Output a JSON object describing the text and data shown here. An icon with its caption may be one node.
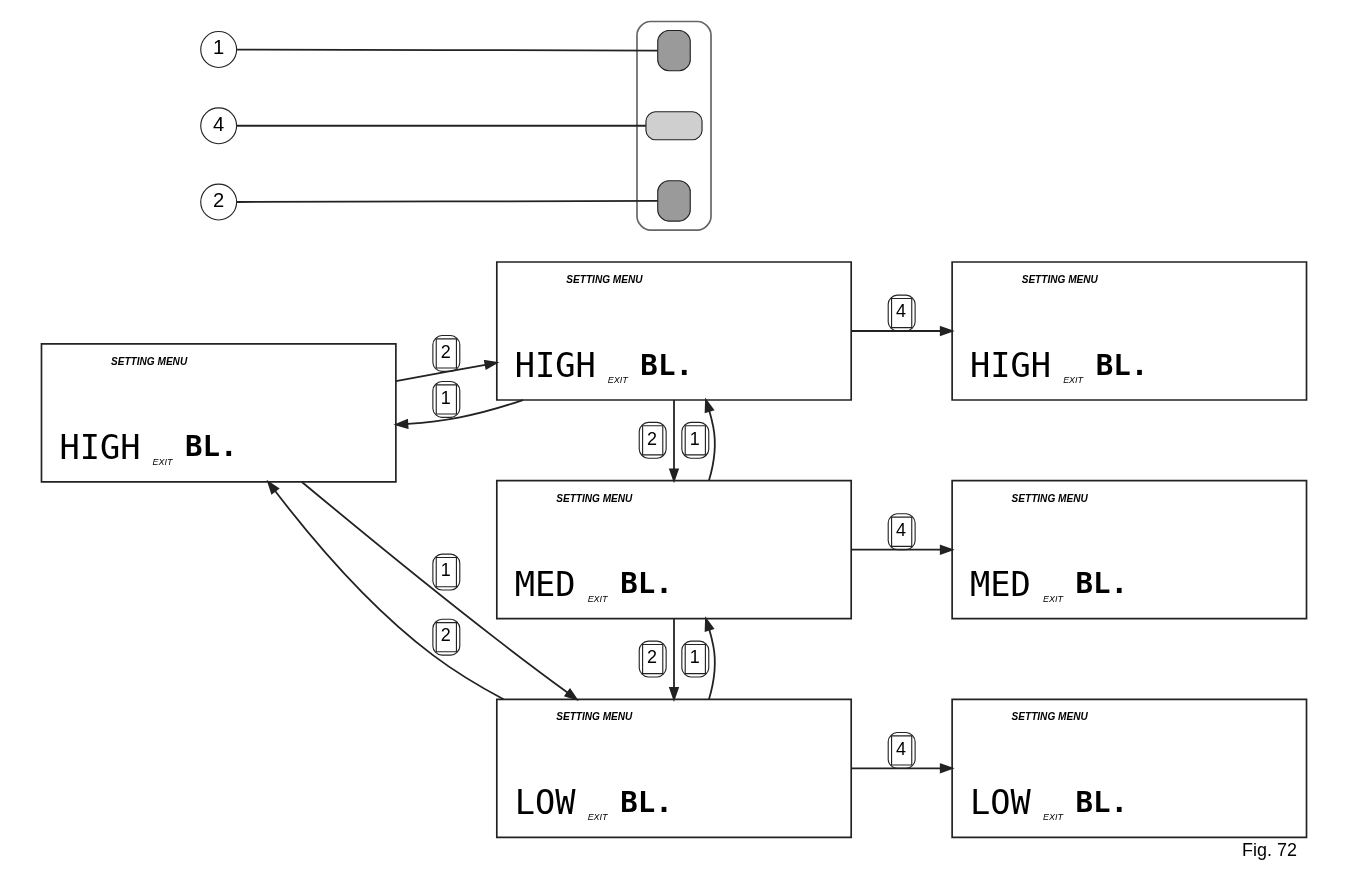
{
  "diagram": {
    "caption": "Fig. 72",
    "nodes": [
      {
        "text": [
          "SETTING MENU",
          "HIGH",
          "EXIT",
          "BL."
        ]
      },
      {
        "text": [
          "SETTING MENU",
          "HIGH",
          "EXIT",
          "BL."
        ]
      },
      {
        "text": [
          "SETTING MENU",
          "HIGH",
          "EXIT",
          "BL."
        ]
      },
      {
        "text": [
          "SETTING MENU",
          "MED",
          "EXIT",
          "BL."
        ]
      },
      {
        "text": [
          "SETTING MENU",
          "MED",
          "EXIT",
          "BL."
        ]
      },
      {
        "text": [
          "SETTING MENU",
          "LOW",
          "EXIT",
          "BL."
        ]
      },
      {
        "text": [
          "SETTING MENU",
          "LOW",
          "EXIT",
          "BL."
        ]
      },
      {
        "text": [],
        "shape": "box"
      },
      {
        "text": [],
        "shape": "box",
        "in": 7
      },
      {
        "text": [],
        "shape": "box",
        "in": 7
      },
      {
        "text": [],
        "shape": "box",
        "in": 7
      },
      {
        "text": [
          "1"
        ]
      },
      {
        "text": [
          "4"
        ]
      },
      {
        "text": [
          "2"
        ]
      }
    ],
    "edges": [
      {
        "from": 1,
        "to": 0,
        "arrow": "to",
        "label": "1"
      },
      {
        "from": 0,
        "to": 1,
        "arrow": "to",
        "label": "2"
      },
      {
        "from": 1,
        "to": 2,
        "arrow": "to",
        "label": "4"
      },
      {
        "from": 1,
        "to": 3,
        "arrow": "to",
        "label": "2"
      },
      {
        "from": 3,
        "to": 1,
        "arrow": "to",
        "label": "1"
      },
      {
        "from": 3,
        "to": 4,
        "arrow": "to",
        "label": "4"
      },
      {
        "from": 3,
        "to": 5,
        "arrow": "to",
        "label": "2"
      },
      {
        "from": 5,
        "to": 3,
        "arrow": "to",
        "label": "1"
      },
      {
        "from": 0,
        "to": 5,
        "arrow": "to",
        "label": "1"
      },
      {
        "from": 5,
        "to": 0,
        "arrow": "to",
        "label": "2"
      },
      {
        "from": 5,
        "to": 6,
        "arrow": "to",
        "label": "4"
      },
      {
        "from": 11,
        "to": 8,
        "arrow": "none"
      },
      {
        "from": 12,
        "to": 9,
        "arrow": "none"
      },
      {
        "from": 13,
        "to": 10,
        "arrow": "none"
      }
    ]
  }
}
